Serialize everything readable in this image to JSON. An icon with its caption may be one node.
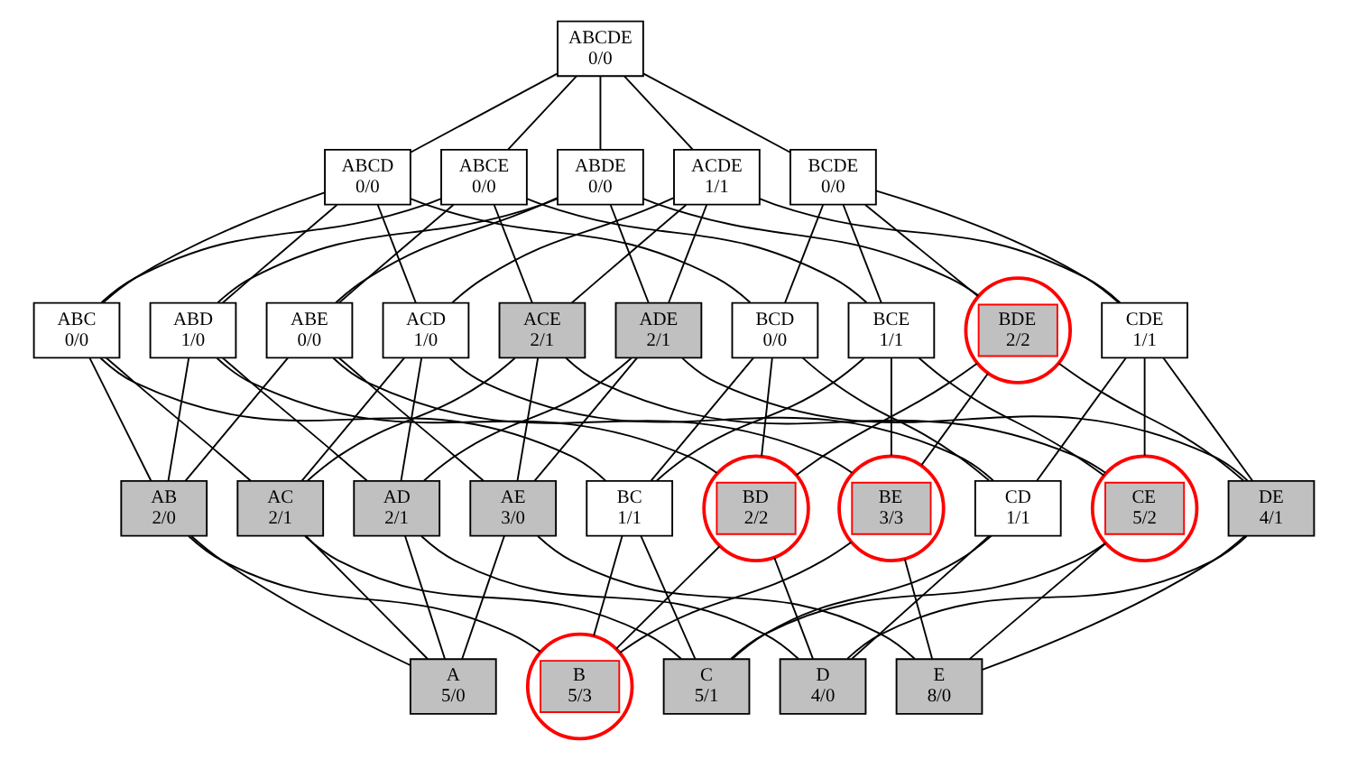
{
  "diagram": {
    "nodes": [
      {
        "text": [
          "ABCDE",
          "0/0"
        ]
      },
      {
        "text": [
          "ABCD",
          "0/0"
        ]
      },
      {
        "text": [
          "ABCE",
          "0/0"
        ]
      },
      {
        "text": [
          "ABDE",
          "0/0"
        ]
      },
      {
        "text": [
          "ACDE",
          "1/1"
        ]
      },
      {
        "text": [
          "BCDE",
          "0/0"
        ]
      },
      {
        "text": [
          "ABC",
          "0/0"
        ]
      },
      {
        "text": [
          "ABD",
          "1/0"
        ]
      },
      {
        "text": [
          "ABE",
          "0/0"
        ]
      },
      {
        "text": [
          "ACD",
          "1/0"
        ]
      },
      {
        "text": [
          "ACE",
          "2/1"
        ]
      },
      {
        "text": [
          "ADE",
          "2/1"
        ]
      },
      {
        "text": [
          "BCD",
          "0/0"
        ]
      },
      {
        "text": [
          "BCE",
          "1/1"
        ]
      },
      {
        "text": [
          "BDE",
          "2/2"
        ]
      },
      {
        "text": [
          "CDE",
          "1/1"
        ]
      },
      {
        "text": [
          "AB",
          "2/0"
        ]
      },
      {
        "text": [
          "AC",
          "2/1"
        ]
      },
      {
        "text": [
          "AD",
          "2/1"
        ]
      },
      {
        "text": [
          "AE",
          "3/0"
        ]
      },
      {
        "text": [
          "BC",
          "1/1"
        ]
      },
      {
        "text": [
          "BD",
          "2/2"
        ]
      },
      {
        "text": [
          "BE",
          "3/3"
        ]
      },
      {
        "text": [
          "CD",
          "1/1"
        ]
      },
      {
        "text": [
          "CE",
          "5/2"
        ]
      },
      {
        "text": [
          "DE",
          "4/1"
        ]
      },
      {
        "text": [
          "A",
          "5/0"
        ]
      },
      {
        "text": [
          "B",
          "5/3"
        ]
      },
      {
        "text": [
          "C",
          "5/1"
        ]
      },
      {
        "text": [
          "D",
          "4/0"
        ]
      },
      {
        "text": [
          "E",
          "8/0"
        ]
      }
    ],
    "edges": [
      {
        "from": 0,
        "to": 1,
        "arrow": "none"
      },
      {
        "from": 0,
        "to": 2,
        "arrow": "none"
      },
      {
        "from": 0,
        "to": 3,
        "arrow": "none"
      },
      {
        "from": 0,
        "to": 4,
        "arrow": "none"
      },
      {
        "from": 0,
        "to": 5,
        "arrow": "none"
      },
      {
        "from": 1,
        "to": 6,
        "arrow": "none"
      },
      {
        "from": 1,
        "to": 7,
        "arrow": "none"
      },
      {
        "from": 1,
        "to": 9,
        "arrow": "none"
      },
      {
        "from": 1,
        "to": 12,
        "arrow": "none"
      },
      {
        "from": 2,
        "to": 6,
        "arrow": "none"
      },
      {
        "from": 2,
        "to": 8,
        "arrow": "none"
      },
      {
        "from": 2,
        "to": 10,
        "arrow": "none"
      },
      {
        "from": 2,
        "to": 13,
        "arrow": "none"
      },
      {
        "from": 3,
        "to": 7,
        "arrow": "none"
      },
      {
        "from": 3,
        "to": 8,
        "arrow": "none"
      },
      {
        "from": 3,
        "to": 11,
        "arrow": "none"
      },
      {
        "from": 3,
        "to": 14,
        "arrow": "none"
      },
      {
        "from": 4,
        "to": 9,
        "arrow": "none"
      },
      {
        "from": 4,
        "to": 10,
        "arrow": "none"
      },
      {
        "from": 4,
        "to": 11,
        "arrow": "none"
      },
      {
        "from": 4,
        "to": 15,
        "arrow": "none"
      },
      {
        "from": 5,
        "to": 12,
        "arrow": "none"
      },
      {
        "from": 5,
        "to": 13,
        "arrow": "none"
      },
      {
        "from": 5,
        "to": 14,
        "arrow": "none"
      },
      {
        "from": 5,
        "to": 15,
        "arrow": "none"
      },
      {
        "from": 6,
        "to": 16,
        "arrow": "none"
      },
      {
        "from": 6,
        "to": 17,
        "arrow": "none"
      },
      {
        "from": 6,
        "to": 20,
        "arrow": "none"
      },
      {
        "from": 7,
        "to": 16,
        "arrow": "none"
      },
      {
        "from": 7,
        "to": 18,
        "arrow": "none"
      },
      {
        "from": 7,
        "to": 21,
        "arrow": "none"
      },
      {
        "from": 8,
        "to": 16,
        "arrow": "none"
      },
      {
        "from": 8,
        "to": 19,
        "arrow": "none"
      },
      {
        "from": 8,
        "to": 22,
        "arrow": "none"
      },
      {
        "from": 9,
        "to": 17,
        "arrow": "none"
      },
      {
        "from": 9,
        "to": 18,
        "arrow": "none"
      },
      {
        "from": 9,
        "to": 23,
        "arrow": "none"
      },
      {
        "from": 10,
        "to": 17,
        "arrow": "none"
      },
      {
        "from": 10,
        "to": 19,
        "arrow": "none"
      },
      {
        "from": 10,
        "to": 24,
        "arrow": "none"
      },
      {
        "from": 11,
        "to": 18,
        "arrow": "none"
      },
      {
        "from": 11,
        "to": 19,
        "arrow": "none"
      },
      {
        "from": 11,
        "to": 25,
        "arrow": "none"
      },
      {
        "from": 12,
        "to": 20,
        "arrow": "none"
      },
      {
        "from": 12,
        "to": 21,
        "arrow": "none"
      },
      {
        "from": 12,
        "to": 23,
        "arrow": "none"
      },
      {
        "from": 13,
        "to": 20,
        "arrow": "none"
      },
      {
        "from": 13,
        "to": 22,
        "arrow": "none"
      },
      {
        "from": 13,
        "to": 24,
        "arrow": "none"
      },
      {
        "from": 14,
        "to": 21,
        "arrow": "none"
      },
      {
        "from": 14,
        "to": 22,
        "arrow": "none"
      },
      {
        "from": 14,
        "to": 25,
        "arrow": "none"
      },
      {
        "from": 15,
        "to": 23,
        "arrow": "none"
      },
      {
        "from": 15,
        "to": 24,
        "arrow": "none"
      },
      {
        "from": 15,
        "to": 25,
        "arrow": "none"
      },
      {
        "from": 16,
        "to": 26,
        "arrow": "none"
      },
      {
        "from": 16,
        "to": 27,
        "arrow": "none"
      },
      {
        "from": 17,
        "to": 26,
        "arrow": "none"
      },
      {
        "from": 17,
        "to": 28,
        "arrow": "none"
      },
      {
        "from": 18,
        "to": 26,
        "arrow": "none"
      },
      {
        "from": 18,
        "to": 29,
        "arrow": "none"
      },
      {
        "from": 19,
        "to": 26,
        "arrow": "none"
      },
      {
        "from": 19,
        "to": 30,
        "arrow": "none"
      },
      {
        "from": 20,
        "to": 27,
        "arrow": "none"
      },
      {
        "from": 20,
        "to": 28,
        "arrow": "none"
      },
      {
        "from": 21,
        "to": 27,
        "arrow": "none"
      },
      {
        "from": 21,
        "to": 29,
        "arrow": "none"
      },
      {
        "from": 22,
        "to": 27,
        "arrow": "none"
      },
      {
        "from": 22,
        "to": 30,
        "arrow": "none"
      },
      {
        "from": 23,
        "to": 28,
        "arrow": "none"
      },
      {
        "from": 23,
        "to": 29,
        "arrow": "none"
      },
      {
        "from": 24,
        "to": 28,
        "arrow": "none"
      },
      {
        "from": 24,
        "to": 30,
        "arrow": "none"
      },
      {
        "from": 25,
        "to": 29,
        "arrow": "none"
      },
      {
        "from": 25,
        "to": 30,
        "arrow": "none"
      }
    ]
  }
}
